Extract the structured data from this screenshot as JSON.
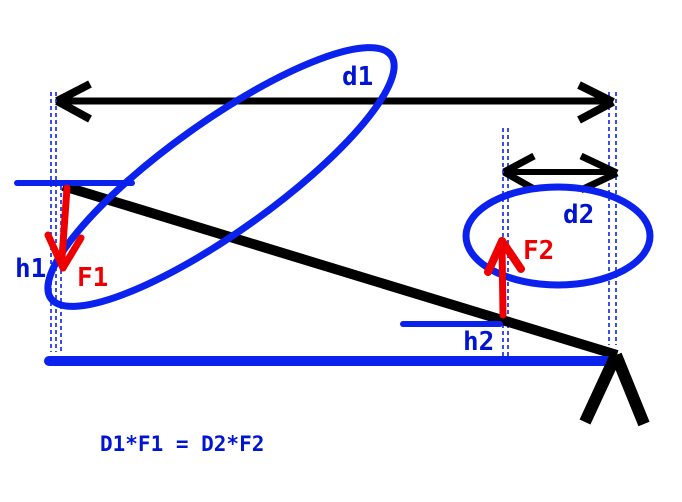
{
  "diagram": {
    "formula": "D1*F1 = D2*F2",
    "labels": {
      "d1": "d1",
      "d2": "d2",
      "h1": "h1",
      "h2": "h2",
      "F1": "F1",
      "F2": "F2"
    },
    "colors": {
      "blue": "#0b22ee",
      "text_blue": "#0014d2",
      "red": "#ee0000",
      "black": "#000000",
      "background": "#ffffff"
    }
  }
}
